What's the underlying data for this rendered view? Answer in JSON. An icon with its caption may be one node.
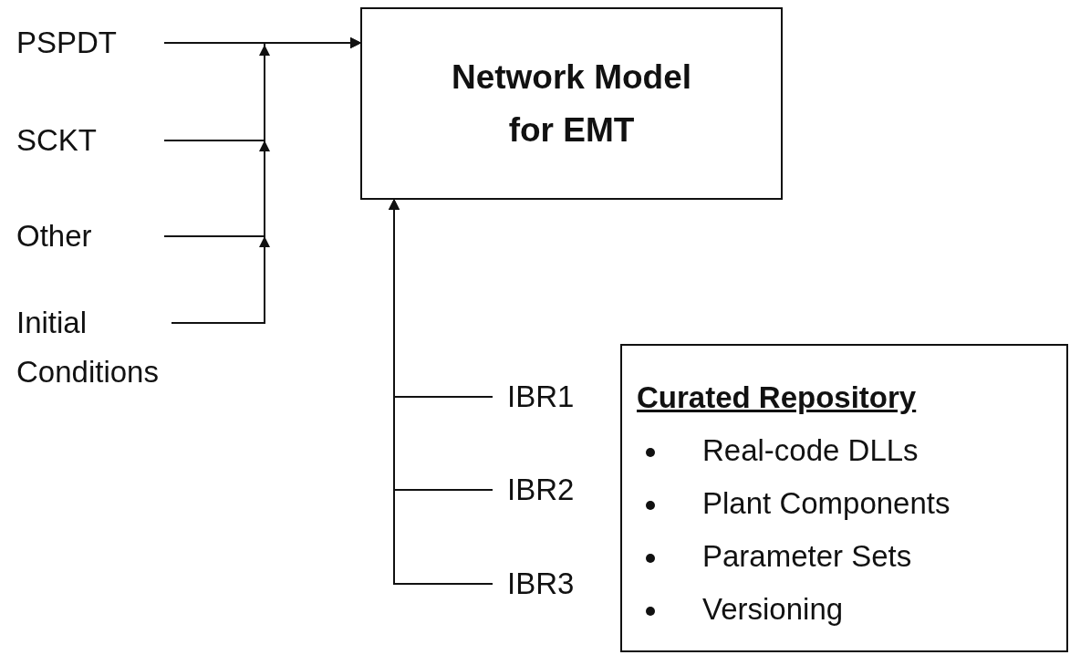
{
  "diagram": {
    "nodes": [
      {
        "text": [
          "PSPDT"
        ]
      },
      {
        "text": [
          "SCKT"
        ]
      },
      {
        "text": [
          "Other"
        ]
      },
      {
        "text": [
          "Initial Conditions"
        ]
      },
      {
        "text": [
          "Network Model for EMT"
        ]
      },
      {
        "text": [
          "IBR1"
        ]
      },
      {
        "text": [
          "IBR2"
        ]
      },
      {
        "text": [
          "IBR3"
        ]
      },
      {
        "text": [
          "Curated Repository",
          "Real-code DLLs",
          "Plant Components",
          "Parameter Sets",
          "Versioning"
        ]
      }
    ],
    "edges": [
      {
        "from": 0,
        "to": 4,
        "arrow": "to"
      },
      {
        "from": 1,
        "to": 4,
        "arrow": "to"
      },
      {
        "from": 2,
        "to": 4,
        "arrow": "to"
      },
      {
        "from": 3,
        "to": 4,
        "arrow": "to"
      },
      {
        "from": 5,
        "to": 4,
        "arrow": "to"
      },
      {
        "from": 6,
        "to": 4,
        "arrow": "to"
      },
      {
        "from": 7,
        "to": 4,
        "arrow": "to"
      }
    ]
  }
}
